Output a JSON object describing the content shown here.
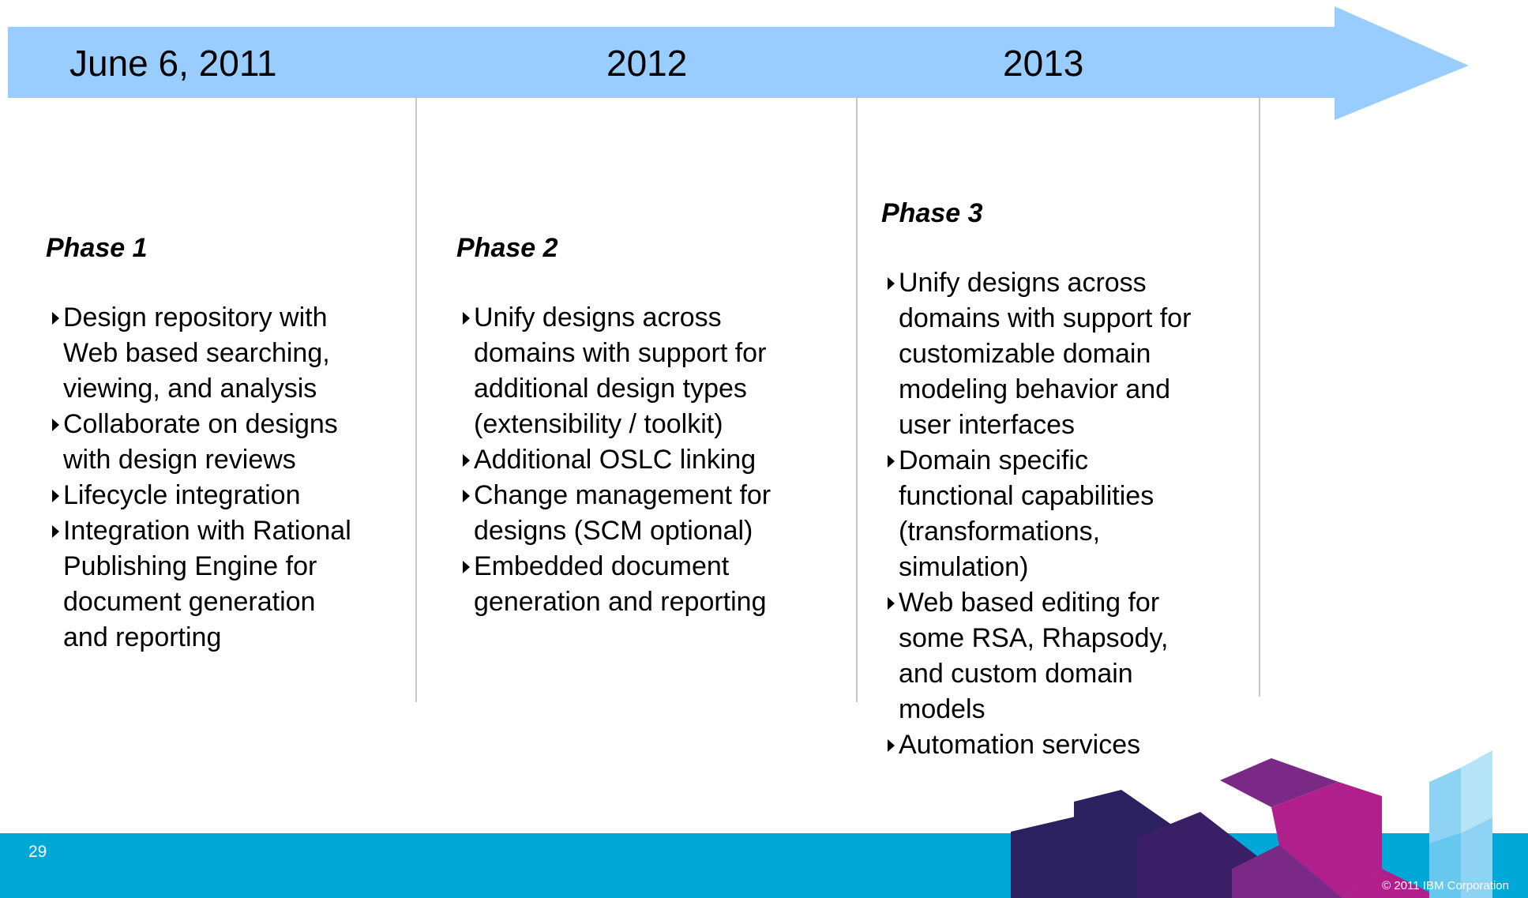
{
  "colors": {
    "timeline_arrow": "#99ccff",
    "divider": "#c8c8c8",
    "footer_bar": "#00a8d8",
    "graphic_navy": "#2b2060",
    "graphic_purple": "#7a2a86",
    "graphic_magenta": "#b01f8c",
    "graphic_light_blue": "#8fd3f4"
  },
  "timeline": {
    "dates": [
      "June 6, 2011",
      "2012",
      "2013"
    ]
  },
  "phases": [
    {
      "title": "Phase 1",
      "items": [
        "Design repository with\nWeb based searching,\nviewing, and analysis",
        "Collaborate on designs\nwith design reviews",
        "Lifecycle integration",
        "Integration with Rational\nPublishing Engine for\ndocument generation\nand reporting"
      ]
    },
    {
      "title": "Phase 2",
      "items": [
        "Unify designs across\ndomains with support for\nadditional design types\n(extensibility / toolkit)",
        "Additional OSLC linking",
        "Change management for\ndesigns (SCM optional)",
        "Embedded document\ngeneration and reporting"
      ]
    },
    {
      "title": "Phase 3",
      "items": [
        "Unify designs across\ndomains with support for\ncustomizable domain\nmodeling behavior and\nuser interfaces",
        "Domain specific\nfunctional capabilities\n(transformations,\nsimulation)",
        "Web based editing for\nsome RSA, Rhapsody,\nand custom domain\nmodels",
        "Automation services"
      ]
    }
  ],
  "footer": {
    "page_number": "29",
    "copyright": "© 2011 IBM Corporation"
  },
  "icons": {
    "bullet": "triangle-right-icon"
  }
}
